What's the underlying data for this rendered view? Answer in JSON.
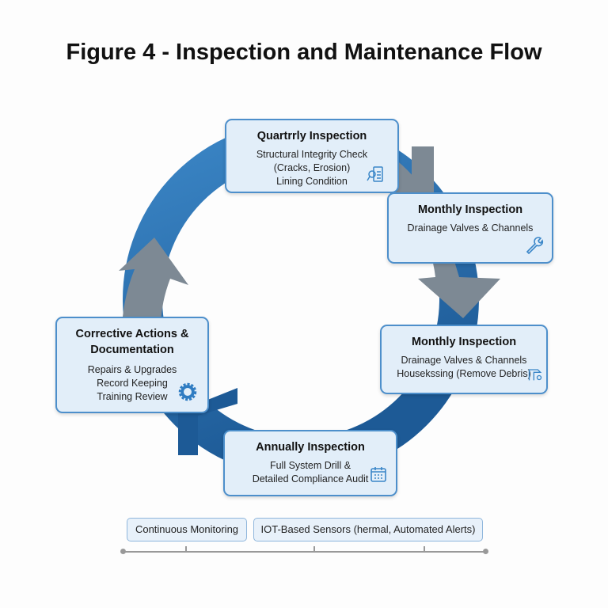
{
  "title": "Figure 4 - Inspection and Maintenance Flow",
  "stages": [
    {
      "heading": "Quartrrly Inspection",
      "lines": [
        "Structural Integrity Check",
        "(Cracks, Erosion)",
        "Lining Condition"
      ],
      "icon": "inspection-clipboard-icon"
    },
    {
      "heading": "Monthly Inspection",
      "lines": [
        "Drainage Valves & Channels"
      ],
      "icon": "wrench-icon"
    },
    {
      "heading": "Monthly Inspection",
      "lines": [
        "Drainage Valves & Channels",
        "Housekssing (Remove Debris)"
      ],
      "icon": "drain-pipe-icon"
    },
    {
      "heading": "Annually Inspection",
      "lines": [
        "Full System Drill &",
        "Detailed Compliance Audit"
      ],
      "icon": "calendar-icon"
    },
    {
      "heading": "Corrective Actions & Documentation",
      "lines": [
        "Repairs & Upgrades",
        "Record Keeping",
        "Training Review"
      ],
      "icon": "gear-icon"
    }
  ],
  "monitoring": {
    "label": "Continuous Monitoring",
    "detail": "IOT-Based Sensors (hermal, Automated Alerts)"
  },
  "colors": {
    "ring_light": "#3b86c6",
    "ring_dark": "#1d5a96",
    "arrow_gray": "#7d8994",
    "box_fill": "#e2eef9",
    "box_border": "#4d8fcb"
  }
}
